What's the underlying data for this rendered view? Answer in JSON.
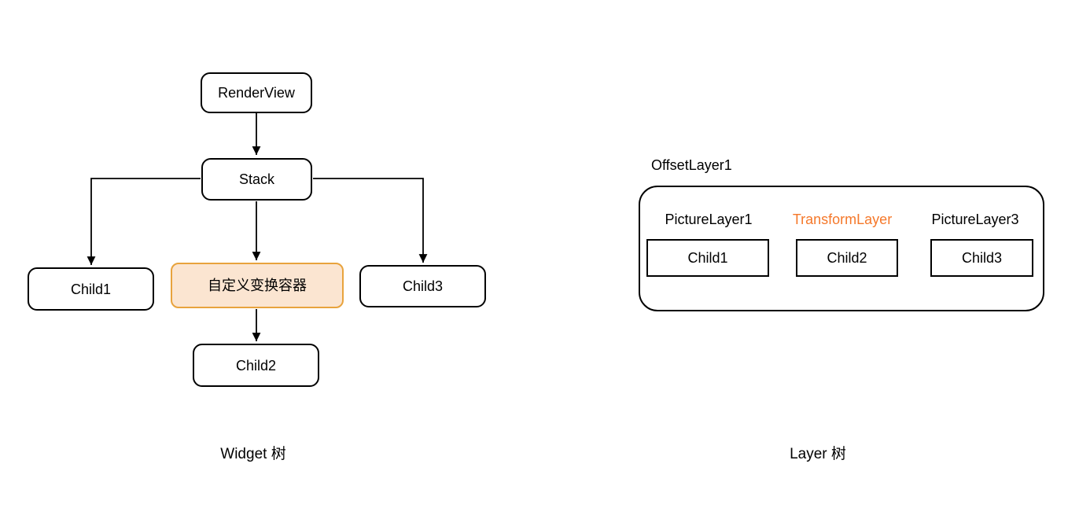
{
  "page": {
    "background": "#ffffff"
  },
  "colors": {
    "node_border": "#000000",
    "highlight_fill": "#fbe5d1",
    "highlight_border": "#e8a33d",
    "orange_text": "#f5782a"
  },
  "widget_tree": {
    "caption": "Widget 树",
    "nodes": {
      "render_view": "RenderView",
      "stack": "Stack",
      "child1": "Child1",
      "transform_container": "自定义变换容器",
      "child3": "Child3",
      "child2": "Child2"
    }
  },
  "layer_tree": {
    "caption": "Layer 树",
    "offset_layer_label": "OffsetLayer1",
    "columns": [
      {
        "layer": "PictureLayer1",
        "child": "Child1",
        "highlight": false
      },
      {
        "layer": "TransformLayer",
        "child": "Child2",
        "highlight": true
      },
      {
        "layer": "PictureLayer3",
        "child": "Child3",
        "highlight": false
      }
    ]
  }
}
